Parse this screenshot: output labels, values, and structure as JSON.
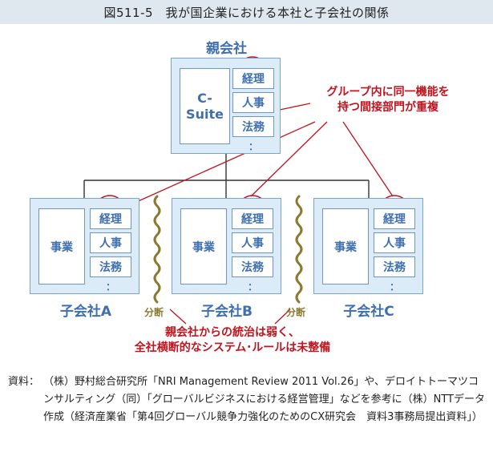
{
  "title": "図511-5　我が国企業における本社と子会社の関係",
  "parent": {
    "label": "親会社",
    "main_unit": "C-\nSuite",
    "depts": [
      "経理",
      "人事",
      "法務"
    ],
    "more": "："
  },
  "subsidiaries": [
    {
      "label": "子会社A",
      "main_unit": "事業",
      "depts": [
        "経理",
        "人事",
        "法務"
      ],
      "more": "："
    },
    {
      "label": "子会社B",
      "main_unit": "事業",
      "depts": [
        "経理",
        "人事",
        "法務"
      ],
      "more": "："
    },
    {
      "label": "子会社C",
      "main_unit": "事業",
      "depts": [
        "経理",
        "人事",
        "法務"
      ],
      "more": "："
    }
  ],
  "callout_duplication": {
    "line1": "グループ内に同一機能を",
    "line2": "持つ間接部門が重複"
  },
  "split_labels": [
    "分断",
    "分断"
  ],
  "callout_governance": {
    "line1": "親会社からの統治は弱く、",
    "line2": "全社横断的なシステム･ルールは未整備"
  },
  "source": {
    "label": "資料：",
    "text": "（株）野村総合研究所「NRI Management Review 2011 Vol.26」や、デロイトトーマツコンサルティング（同）「グローバルビジネスにおける経営管理」などを参考に（株）NTTデータ作成（経済産業省「第4回グローバル競争力強化のためのCX研究会　資料3事務局提出資料」）"
  },
  "colors": {
    "accent_blue": "#3f6fae",
    "highlight_red": "#c0141e",
    "box_fill": "#dcebf8",
    "split_brown": "#8a7a30"
  }
}
